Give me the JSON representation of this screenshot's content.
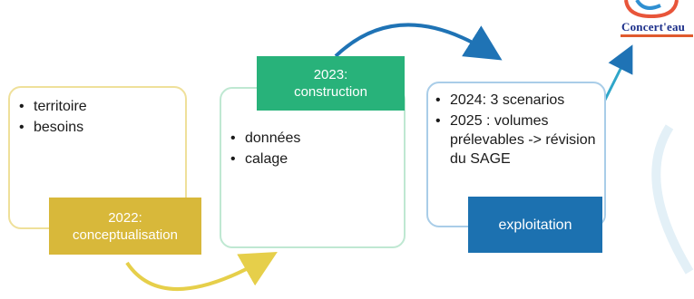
{
  "logo": {
    "text": "Concert'eau"
  },
  "phases": [
    {
      "label_line1": "2022:",
      "label_line2": "conceptualisation",
      "items": [
        "territoire",
        "besoins"
      ],
      "color": "#d8b83a"
    },
    {
      "label_line1": "2023:",
      "label_line2": "construction",
      "items": [
        "données",
        "calage"
      ],
      "color": "#28b27a"
    },
    {
      "label_line1": "exploitation",
      "items": [
        "2024: 3 scenarios",
        "2025 : volumes prélevables -> révision du SAGE"
      ],
      "color": "#1c71b0"
    }
  ]
}
